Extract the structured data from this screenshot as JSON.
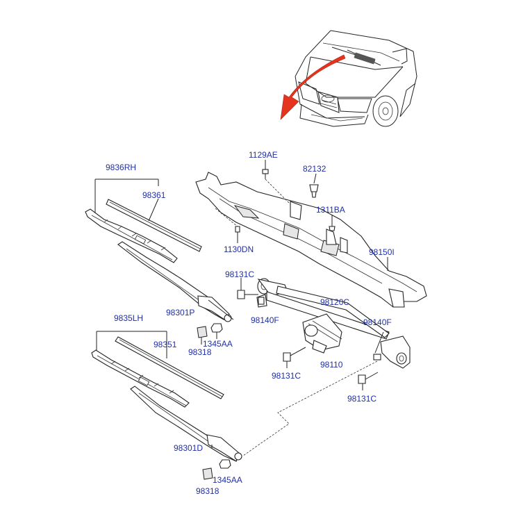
{
  "callouts": {
    "c9836rh": "9836RH",
    "c98361": "98361",
    "c1129ae": "1129AE",
    "c82132": "82132",
    "c1311ba": "1311BA",
    "c1130dn": "1130DN",
    "c98150i": "98150I",
    "c98131c_top": "98131C",
    "c98301p": "98301P",
    "c98140f_left": "98140F",
    "c98120c": "98120C",
    "c98140f_right": "98140F",
    "c9835lh": "9835LH",
    "c98351": "98351",
    "c98318_top": "98318",
    "c1345aa_top": "1345AA",
    "c98110": "98110",
    "c98131c_mid": "98131C",
    "c98131c_right": "98131C",
    "c98301d": "98301D",
    "c1345aa_bottom": "1345AA",
    "c98318_bottom": "98318"
  },
  "colors": {
    "callout": "#1f2fa8",
    "arrow": "#e4341f",
    "line": "#222222"
  }
}
